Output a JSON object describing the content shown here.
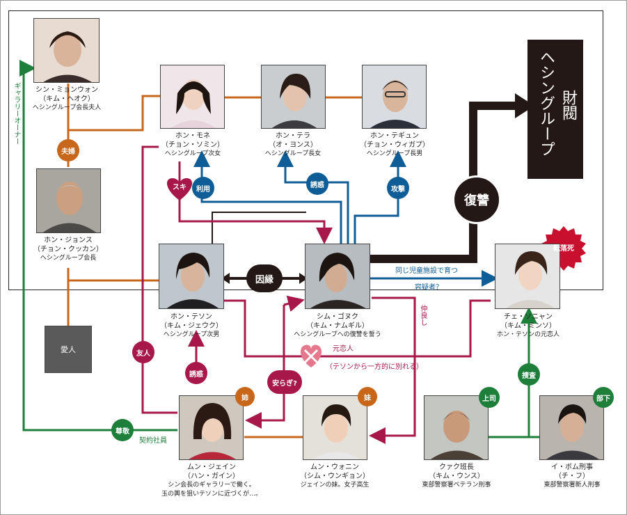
{
  "group_box": {
    "title_line1": "財閥",
    "title_line2": "ヘシングループ"
  },
  "people": {
    "shin_myeongwon": {
      "name": "シン・ミョンウォン",
      "actor": "（キム・ヘオク）",
      "role": "ヘシングループ会長夫人"
    },
    "hong_mone": {
      "name": "ホン・モネ",
      "actor": "（チョン・ソミン）",
      "role": "ヘシングループ次女"
    },
    "hong_tera": {
      "name": "ホン・テラ",
      "actor": "（オ・ヨンス）",
      "role": "ヘシングループ長女"
    },
    "hong_tegyun": {
      "name": "ホン・テギュン",
      "actor": "（チョン・ウィガプ）",
      "role": "ヘシングループ長男"
    },
    "hong_jonse": {
      "name": "ホン・ジョンス",
      "actor": "（チョン・クッカン）",
      "role": "ヘシングループ会長"
    },
    "hong_teson": {
      "name": "ホン・テソン",
      "actor": "（キム・ジェウク）",
      "role": "ヘシングループ次男"
    },
    "shim_gonuk": {
      "name": "シム・ゴヌク",
      "actor": "（キム・ナムギル）",
      "role": "ヘシングループへの復讐を誓う"
    },
    "che_sonyan": {
      "name": "チェ・ソニャン",
      "actor": "（キム・ミンソ）",
      "role": "ホン・テソンの元恋人"
    },
    "mun_jein": {
      "name": "ムン・ジェイン",
      "actor": "（ハン・ガイン）",
      "role": "シン会長のギャラリーで働く。",
      "role2": "玉の輿を狙いテソンに近づくが…。"
    },
    "mun_wonin": {
      "name": "ムン・ウォニン",
      "actor": "（シム・ウンギョン）",
      "role": "ジェインの妹。女子高生"
    },
    "kwak": {
      "name": "クァク班長",
      "actor": "（キム・ウンス）",
      "role": "東部警察署ベテラン刑事"
    },
    "lee_pom": {
      "name": "イ・ボム刑事",
      "actor": "（チ・フ）",
      "role": "東部警察署新人刑事"
    }
  },
  "lover_box": "愛人",
  "relations": {
    "fufu": "夫婦",
    "suki": "スキ",
    "riyou": "利用",
    "yuwaku1": "誘惑",
    "kougeki": "攻撃",
    "fukushu": "復讐",
    "inen": "因縁",
    "same_facility": "同じ児童施設で育つ",
    "suspect": "容疑者？",
    "tenrakushi": "転落死",
    "nakayoshi": "仲良し",
    "motokoibito": "元恋人",
    "broke_up": "（テソンから一方的に別れる）",
    "yuujin": "友人",
    "yuwaku2": "誘惑",
    "yasuragi": "安らぎ?",
    "ane": "姉",
    "imouto": "妹",
    "sonkei": "尊敬",
    "keiyaku": "契約社員",
    "gallery_owner": "ギャラリーオーナー",
    "sousa": "捜査",
    "joushi": "上司",
    "buka": "部下"
  },
  "colors": {
    "orange": "#c8661a",
    "blue": "#0f5d96",
    "crimson": "#a8174a",
    "green": "#1d7f3a",
    "black": "#231815",
    "red": "#c8102e"
  }
}
